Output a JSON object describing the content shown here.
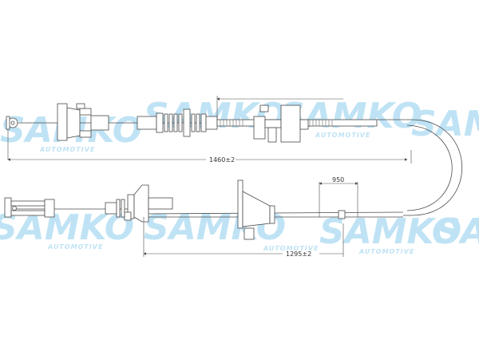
{
  "watermark": {
    "brand": "SAMKO",
    "sub": "AUTOMOTIVE",
    "color": "#bfe3f5"
  },
  "dimensions": {
    "total_length": "1460±2",
    "inner_length": "1295±2",
    "short_length": "950"
  },
  "colors": {
    "line": "#4a4a4a",
    "fill": "#ffffff"
  }
}
